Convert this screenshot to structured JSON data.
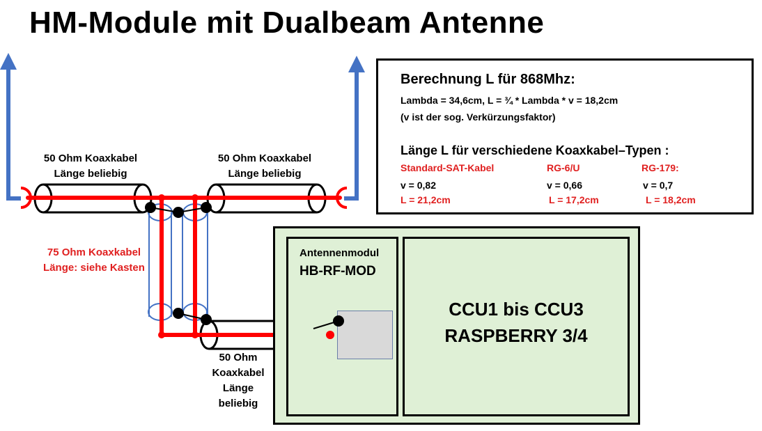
{
  "title": "HM-Module mit Dualbeam Antenne",
  "cables": {
    "left_top": {
      "line1": "50 Ohm Koaxkabel",
      "line2": "Länge beliebig"
    },
    "right_top": {
      "line1": "50 Ohm Koaxkabel",
      "line2": "Länge beliebig"
    },
    "middle": {
      "line1": "75 Ohm Koaxkabel",
      "line2": "Länge: siehe Kasten"
    },
    "bottom": {
      "line1": "50 Ohm",
      "line2": "Koaxkabel",
      "line3": "Länge",
      "line4": "beliebig"
    }
  },
  "infobox": {
    "heading": "Berechnung L für 868Mhz:",
    "formula": "Lambda = 34,6cm,     L = ¾ * Lambda * v =  18,2cm",
    "note": "(v ist der sog. Verkürzungsfaktor)",
    "subheading": "Länge L für verschiedene Koaxkabel–Typen :",
    "types": [
      {
        "name": "Standard-SAT-Kabel",
        "v": "v = 0,82",
        "L": "L = 21,2cm"
      },
      {
        "name": "RG-6/U",
        "v": "v = 0,66",
        "L": "L = 17,2cm"
      },
      {
        "name": "RG-179:",
        "v": "v = 0,7",
        "L": "L = 18,2cm"
      }
    ]
  },
  "module": {
    "line1": "Antennenmodul",
    "line2": "HB-RF-MOD"
  },
  "ccu": {
    "line1": "CCU1 bis CCU3",
    "line2": "RASPBERRY 3/4"
  },
  "colors": {
    "signal": "#ff0000",
    "antenna": "#4472c4",
    "device_fill": "#dff0d6",
    "label_red": "#e02020"
  }
}
